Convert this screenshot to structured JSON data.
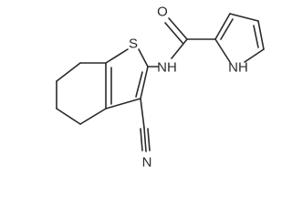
{
  "molecule": {
    "atom_labels": {
      "sulfur": "S",
      "oxygen": "O",
      "amide_nitrogen": "NH",
      "pyrrole_nitrogen": "NH",
      "nitrile_nitrogen": "N"
    },
    "colors": {
      "bond": "#2a2a2a",
      "background": "#ffffff"
    }
  }
}
